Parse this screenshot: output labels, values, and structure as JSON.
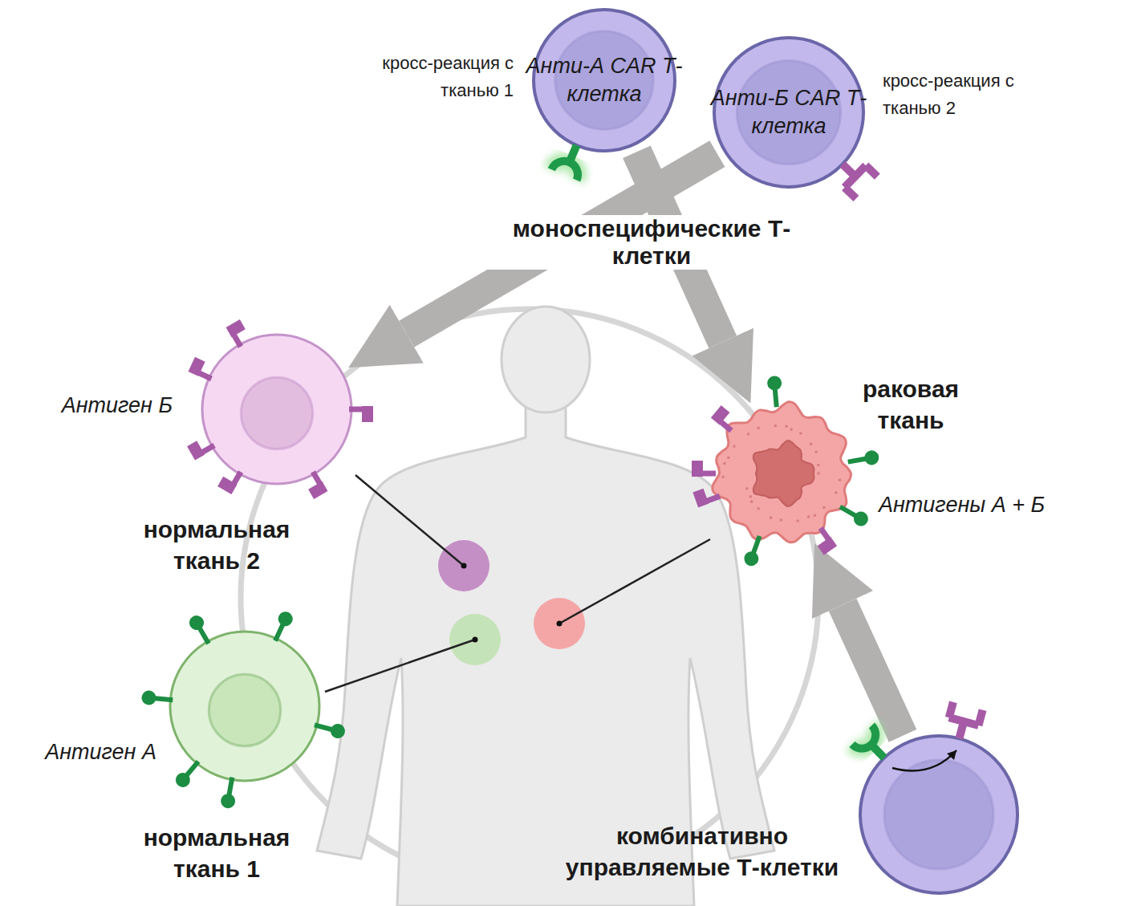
{
  "diagram": {
    "nodes": [
      {
        "text": [
          "Анти-А CAR Т-клетка"
        ]
      },
      {
        "text": [
          "Анти-Б CAR Т-клетка"
        ]
      },
      {
        "text": [
          "Антиген Б",
          "нормальная ткань 2"
        ]
      },
      {
        "text": [
          "раковая ткань",
          "Антигены А + Б"
        ]
      },
      {
        "text": [
          "Антиген А",
          "нормальная ткань 1"
        ]
      },
      {
        "text": [
          "комбинативно управляемые Т-клетки"
        ]
      }
    ],
    "edges": [
      {
        "from": 1,
        "to": 2,
        "arrow": "to"
      },
      {
        "from": 0,
        "to": 3,
        "arrow": "to"
      },
      {
        "from": 5,
        "to": 3,
        "arrow": "to"
      }
    ],
    "labels": [
      "кросс-реакция с тканью 1",
      "кросс-реакция с тканью 2",
      "моноспецифические Т-клетки"
    ]
  }
}
